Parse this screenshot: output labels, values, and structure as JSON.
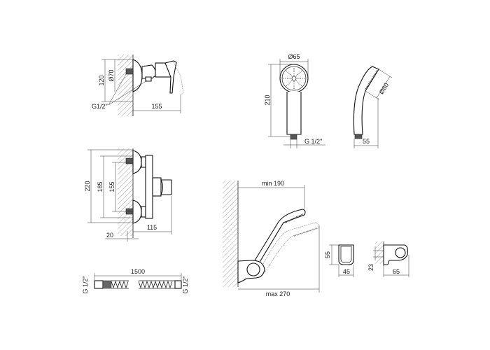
{
  "mixer_side_view": {
    "height_label": "120",
    "diameter_label": "Ø70",
    "thread_label": "G1/2\"",
    "depth_label": "155"
  },
  "hand_shower_front_view": {
    "diameter_label": "Ø65",
    "length_label": "210",
    "thread_label": "G 1/2\""
  },
  "hand_shower_side_view": {
    "diameter_label": "Ø80",
    "width_label": "55"
  },
  "mixer_front_view": {
    "total_height_label": "220",
    "outer_spacing_label": "185",
    "inner_spacing_label": "155",
    "projection_label": "115",
    "wall_offset_label": "20"
  },
  "hose": {
    "length_label": "1500",
    "left_thread_label": "G 1/2\"",
    "right_thread_label": "G 1/2\""
  },
  "wall_holder_assembly": {
    "min_label": "min 190",
    "max_label": "max 270"
  },
  "holder_front_view": {
    "height_label": "55",
    "width_label": "45"
  },
  "holder_side_view": {
    "height_label": "23",
    "depth_label": "65"
  }
}
